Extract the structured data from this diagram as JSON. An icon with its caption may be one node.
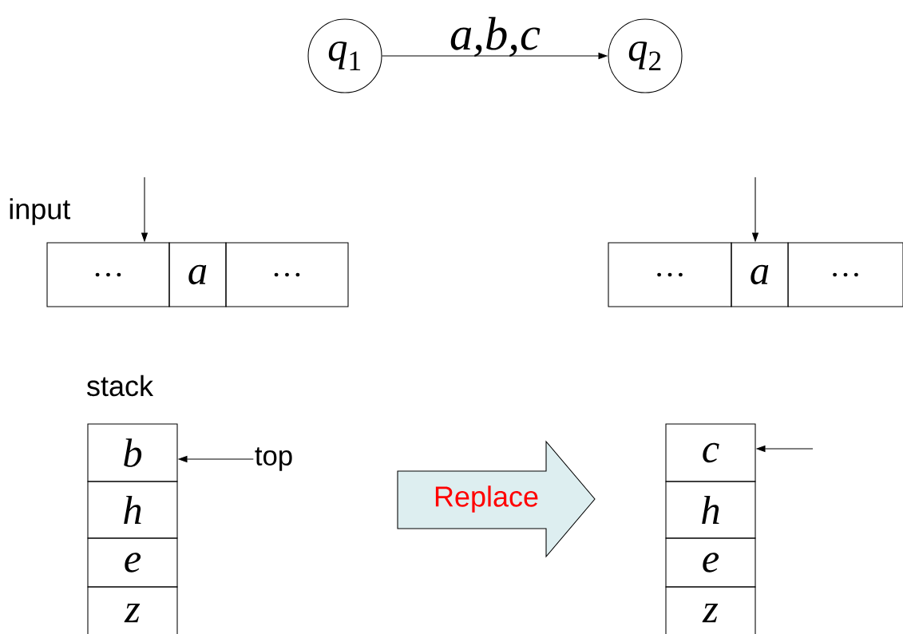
{
  "diagram": {
    "nodes": [
      {
        "text": [
          "*q*$_{1}$"
        ]
      },
      {
        "text": [
          "*q*$_{2}$"
        ]
      },
      {
        "text": [
          "…"
        ]
      },
      {
        "text": [
          "a"
        ]
      },
      {
        "text": [
          "…"
        ]
      },
      {
        "text": [
          "…"
        ]
      },
      {
        "text": [
          "a"
        ]
      },
      {
        "text": [
          "…"
        ]
      },
      {
        "text": [
          "b"
        ]
      },
      {
        "text": [
          "h"
        ]
      },
      {
        "text": [
          "e"
        ]
      },
      {
        "text": [
          "z"
        ]
      },
      {
        "text": [
          "top"
        ]
      },
      {
        "text": [
          "Replace"
        ]
      },
      {
        "text": [
          "c"
        ]
      },
      {
        "text": [
          "h"
        ]
      },
      {
        "text": [
          "e"
        ]
      },
      {
        "text": [
          "z"
        ]
      }
    ],
    "edges": [
      {
        "from": 0,
        "to": 1,
        "arrow": "to",
        "label": "a,b,c"
      },
      {
        "from": null,
        "to": 2,
        "arrow": "to"
      },
      {
        "from": null,
        "to": 6,
        "arrow": "to"
      },
      {
        "from": 12,
        "to": 8,
        "arrow": "to"
      },
      {
        "from": null,
        "to": 14,
        "arrow": "to"
      }
    ],
    "labels": [
      "input",
      "stack"
    ]
  }
}
